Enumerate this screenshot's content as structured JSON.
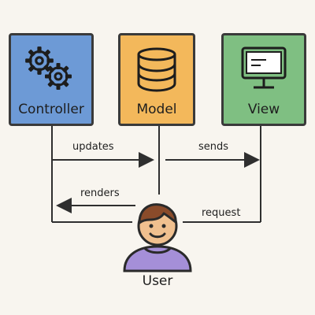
{
  "diagram": {
    "nodes": [
      {
        "id": "controller",
        "label": "Controller",
        "icon": "gears-icon",
        "color": "#6d9ad6"
      },
      {
        "id": "model",
        "label": "Model",
        "icon": "database-icon",
        "color": "#f3b85b"
      },
      {
        "id": "view",
        "label": "View",
        "icon": "monitor-icon",
        "color": "#7fbf82"
      },
      {
        "id": "user",
        "label": "User",
        "icon": "user-avatar-icon",
        "color": "#a58fd8"
      }
    ],
    "edges": [
      {
        "label": "updates",
        "from": "controller",
        "to": "model"
      },
      {
        "label": "sends",
        "from": "model",
        "to": "view"
      },
      {
        "label": "renders",
        "from": "user",
        "to": "controller"
      },
      {
        "label": "request",
        "from": "user",
        "to": "view"
      }
    ],
    "colors": {
      "background": "#f8f5ef",
      "line": "#3a3a3a",
      "text": "#1e1e1e"
    }
  }
}
